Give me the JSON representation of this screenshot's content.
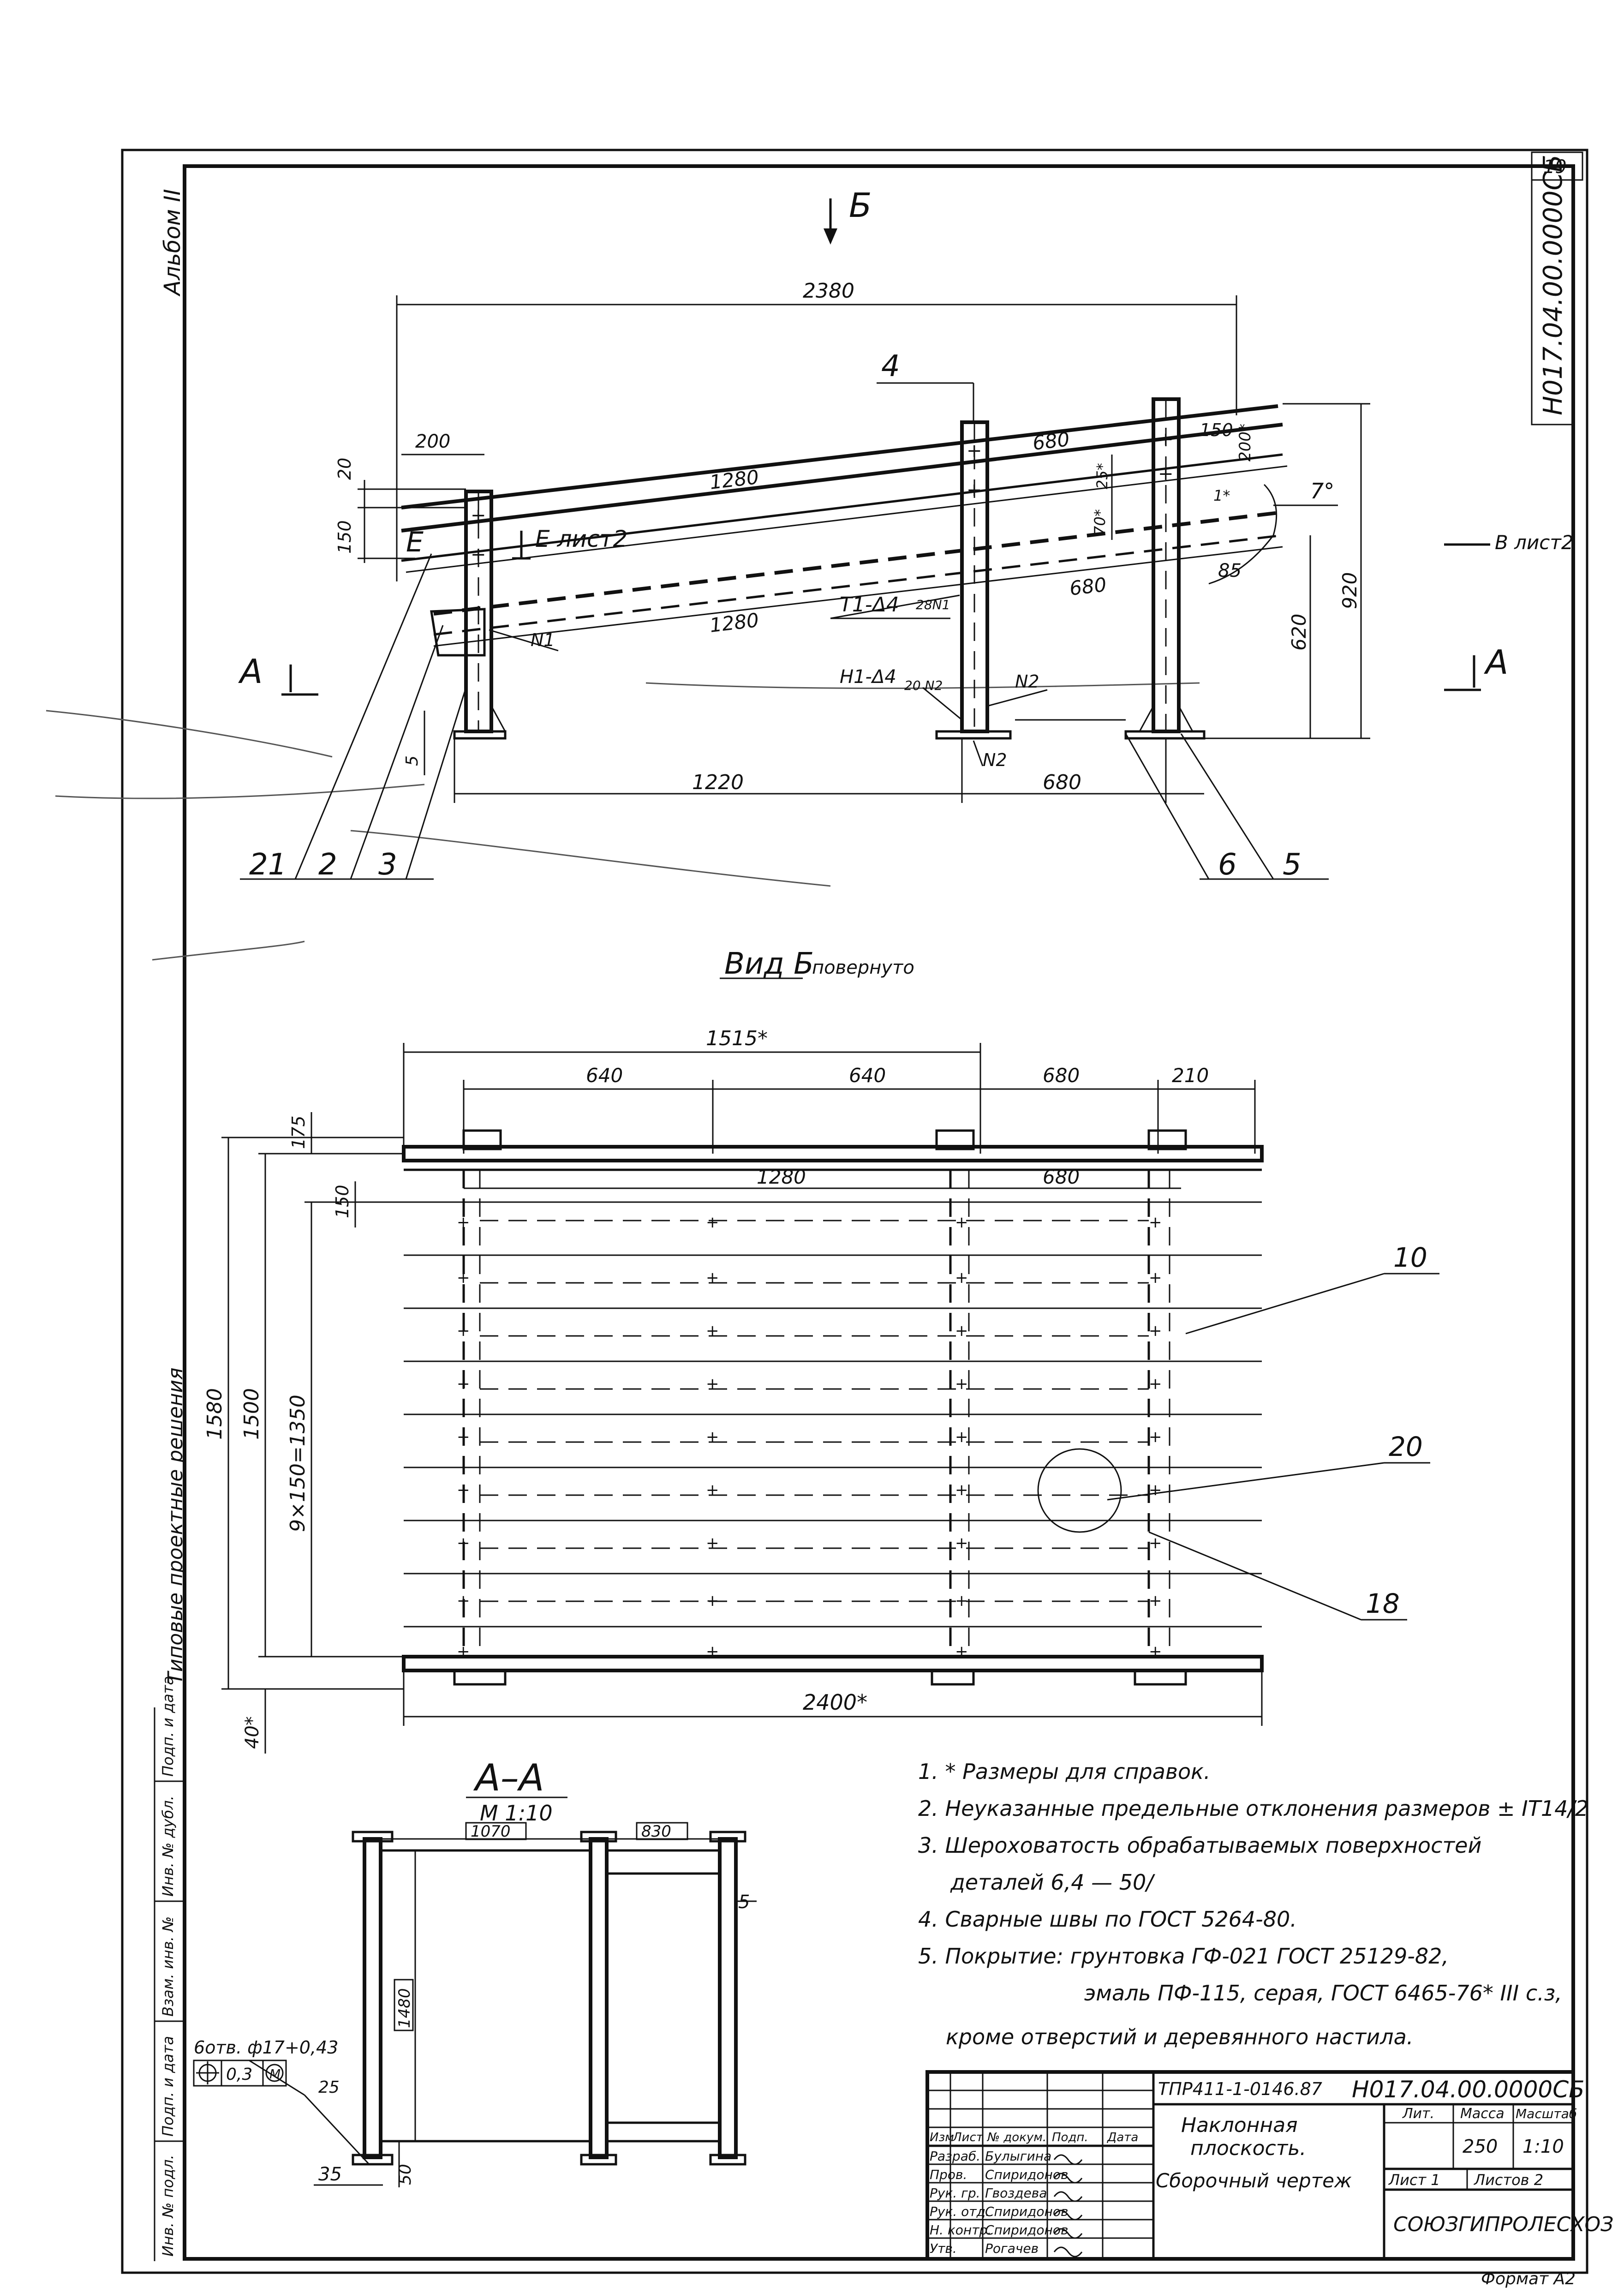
{
  "sheet_number": "19",
  "album_label": "Альбом II",
  "doc_code_vertical": "Н017.04.00.0000СБ",
  "view_arrow_b": "Б",
  "view_arrow_v": "В лист2",
  "view_arrow_e": "Е лист2",
  "view_arrow_e_small": "Е",
  "section_a_left": "А",
  "section_a_right": "А",
  "top_view": {
    "dims": {
      "overall": "2380",
      "left_offset": "200",
      "d20": "20",
      "d150": "150",
      "upper_span_1": "1280",
      "upper_span_2": "680",
      "lower_span_1": "1280",
      "lower_span_2": "680",
      "d25": "25*",
      "d70": "70*",
      "d150b": "150",
      "d200": "200*",
      "d1": "1*",
      "angle": "7°",
      "d85": "85",
      "height_920": "920",
      "height_620": "620",
      "bottom_1220": "1220",
      "bottom_680": "680",
      "d5": "5"
    },
    "welds": {
      "t1": "Т1-Δ4",
      "t1_sub": "28N1",
      "h1": "Н1-Δ4",
      "h1_sub": "20 N2",
      "n1": "N1",
      "n2a": "N2",
      "n2b": "N2"
    },
    "callouts": [
      "21",
      "2",
      "3",
      "6",
      "5",
      "4"
    ]
  },
  "view_b": {
    "title": "Вид Б",
    "title_note": "повернуто",
    "dims": {
      "top_1515": "1515*",
      "s640a": "640",
      "s640b": "640",
      "s680": "680",
      "s210": "210",
      "inner_1280": "1280",
      "inner_680": "680",
      "left_175": "175",
      "left_150": "150",
      "left_1580": "1580",
      "left_1500": "1500",
      "left_9x150": "9×150=1350",
      "bottom_40": "40*",
      "bottom_2400": "2400*"
    },
    "side_label": "Типовые проектные решения",
    "callouts": [
      "10",
      "20",
      "18"
    ]
  },
  "section_aa": {
    "title": "А–А",
    "scale": "М 1:10",
    "dim_1070": "1070",
    "dim_830": "830",
    "dim_1480": "1480",
    "dim_5": "5",
    "dim_35": "35",
    "dim_50": "50",
    "dim_25": "25",
    "holes": "6отв. ф17+0,43",
    "tolerance": "0,3",
    "tol_mod": "М"
  },
  "notes": [
    "1. * Размеры для справок.",
    "2. Неуказанные предельные отклонения размеров ± IT14/2",
    "3. Шероховатость обрабатываемых поверхностей",
    "деталей 6,4 — 50/",
    "4. Сварные швы по ГОСТ 5264-80.",
    "5. Покрытие: грунтовка ГФ-021 ГОСТ 25129-82,",
    "эмаль ПФ-115, серая, ГОСТ 6465-76* III с.з,",
    "кроме отверстий и деревянного настила."
  ],
  "stamp": {
    "project_code": "ТПР411-1-0146.87",
    "doc_code": "Н017.04.00.0000СБ",
    "name_line1": "Наклонная",
    "name_line2": "плоскость.",
    "doc_type": "Сборочный чертеж",
    "col_lit": "Лит.",
    "col_mass": "Масса",
    "col_scale": "Масштаб",
    "mass": "250",
    "scale": "1:10",
    "sheet": "Лист 1",
    "sheets": "Листов 2",
    "org": "СОЮЗГИПРОЛЕСХОЗ",
    "header_cols": [
      "Изм",
      "Лист",
      "№ докум.",
      "Подп.",
      "Дата"
    ],
    "rows": [
      {
        "role": "Разраб.",
        "name": "Булыгина"
      },
      {
        "role": "Пров.",
        "name": "Спиридонов"
      },
      {
        "role": "Рук. гр.",
        "name": "Гвоздева"
      },
      {
        "role": "Рук. отд.",
        "name": "Спиридонов"
      },
      {
        "role": "Н. контр.",
        "name": "Спиридонов"
      },
      {
        "role": "Утв.",
        "name": "Рогачев"
      }
    ]
  },
  "left_strip": [
    "Инв. № подл.",
    "Подп. и дата",
    "Взам. инв. №",
    "Инв. № дубл.",
    "Подп. и дата"
  ],
  "format": "Формат А2"
}
